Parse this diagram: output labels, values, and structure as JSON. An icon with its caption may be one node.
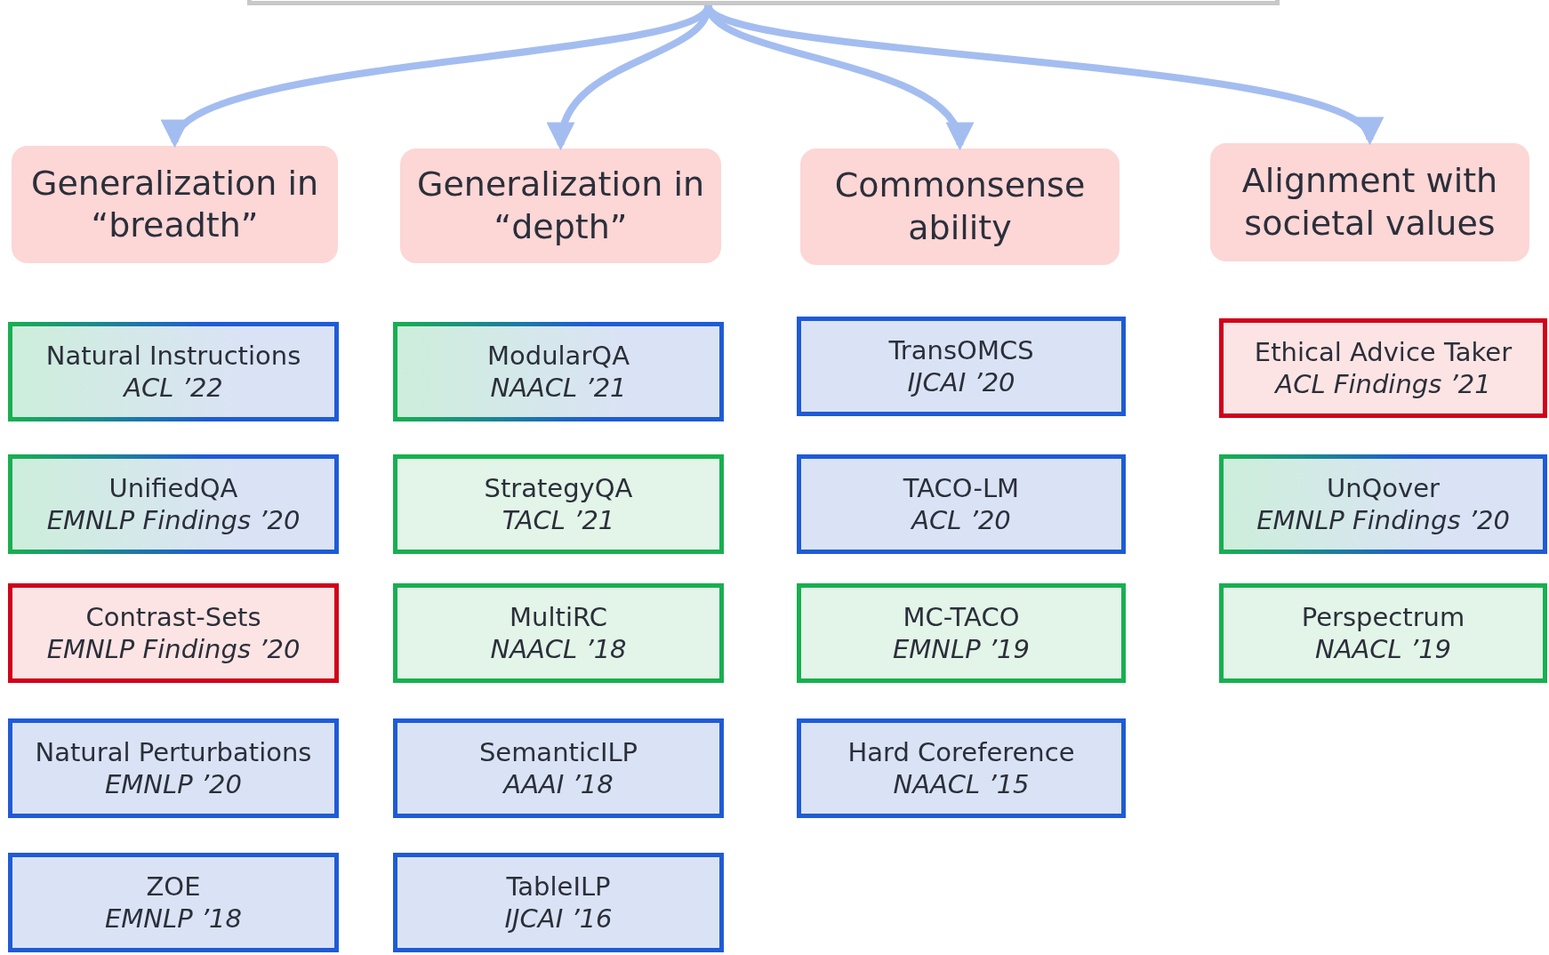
{
  "diagram": {
    "nodes": [
      {
        "text": [],
        "shape": "box"
      },
      {
        "text": [
          "Generalization in “breadth”"
        ]
      },
      {
        "text": [
          "Generalization in “depth”"
        ]
      },
      {
        "text": [
          "Commonsense ability"
        ]
      },
      {
        "text": [
          "Alignment with societal values"
        ]
      },
      {
        "text": [
          "Natural Instructions",
          "ACL ’22"
        ]
      },
      {
        "text": [
          "ModularQA",
          "NAACL ’21"
        ]
      },
      {
        "text": [
          "TransOMCS",
          "IJCAI ’20"
        ]
      },
      {
        "text": [
          "Ethical Advice Taker",
          "ACL Findings ’21"
        ]
      },
      {
        "text": [
          "UnifiedQA",
          "EMNLP Findings ’20"
        ]
      },
      {
        "text": [
          "StrategyQA",
          "TACL ’21"
        ]
      },
      {
        "text": [
          "TACO-LM",
          "ACL ’20"
        ]
      },
      {
        "text": [
          "UnQover",
          "EMNLP Findings ’20"
        ]
      },
      {
        "text": [
          "Contrast-Sets",
          "EMNLP Findings ’20"
        ]
      },
      {
        "text": [
          "MultiRC",
          "NAACL ’18"
        ]
      },
      {
        "text": [
          "MC-TACO",
          "EMNLP ’19"
        ]
      },
      {
        "text": [
          "Perspectrum",
          "NAACL ’19"
        ]
      },
      {
        "text": [
          "Natural Perturbations",
          "EMNLP ’20"
        ]
      },
      {
        "text": [
          "SemanticILP",
          "AAAI ’18"
        ]
      },
      {
        "text": [
          "Hard Coreference",
          "NAACL ’15"
        ]
      },
      {
        "text": [
          "ZOE",
          "EMNLP ’18"
        ]
      },
      {
        "text": [
          "TableILP",
          "IJCAI ’16"
        ]
      }
    ],
    "edges": [
      {
        "from": 0,
        "to": 1,
        "arrow": "to"
      },
      {
        "from": 0,
        "to": 2,
        "arrow": "to"
      },
      {
        "from": 0,
        "to": 3,
        "arrow": "to"
      },
      {
        "from": 0,
        "to": 4,
        "arrow": "to"
      }
    ]
  }
}
